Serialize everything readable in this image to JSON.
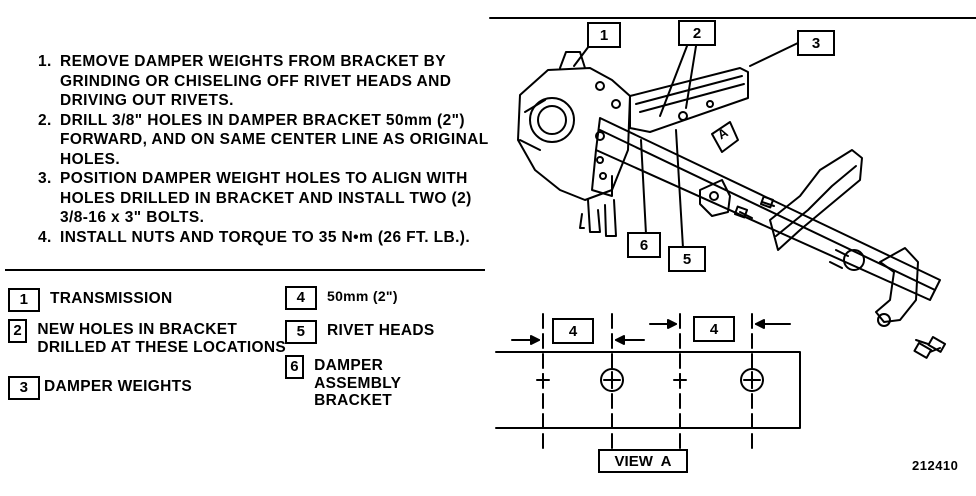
{
  "instructions": [
    {
      "num": "1.",
      "text": "REMOVE DAMPER WEIGHTS FROM BRACKET BY GRINDING OR CHISELING OFF RIVET HEADS AND DRIVING OUT RIVETS."
    },
    {
      "num": "2.",
      "text": "DRILL 3/8\" HOLES IN DAMPER BRACKET 50mm (2\") FORWARD, AND ON SAME CENTER LINE AS ORIGINAL HOLES."
    },
    {
      "num": "3.",
      "text": "POSITION DAMPER WEIGHT HOLES TO ALIGN WITH HOLES DRILLED IN BRACKET AND INSTALL TWO (2) 3/8-16 x 3\" BOLTS."
    },
    {
      "num": "4.",
      "text": "INSTALL NUTS AND TORQUE TO 35 N•m (26 FT. LB.)."
    }
  ],
  "legend": [
    {
      "num": "1",
      "text": "TRANSMISSION"
    },
    {
      "num": "2",
      "text": "NEW HOLES IN BRACKET DRILLED AT THESE LOCATIONS"
    },
    {
      "num": "3",
      "text": "DAMPER WEIGHTS"
    },
    {
      "num": "4",
      "text": "50mm (2\")"
    },
    {
      "num": "5",
      "text": "RIVET HEADS"
    },
    {
      "num": "6",
      "text": "DAMPER ASSEMBLY BRACKET"
    }
  ],
  "callouts": {
    "c1": "1",
    "c2": "2",
    "c3": "3",
    "c4a": "4",
    "c4b": "4",
    "c5": "5",
    "c6": "6"
  },
  "view_marker": "A",
  "view_label": "VIEW  A",
  "figure_number": "212410"
}
